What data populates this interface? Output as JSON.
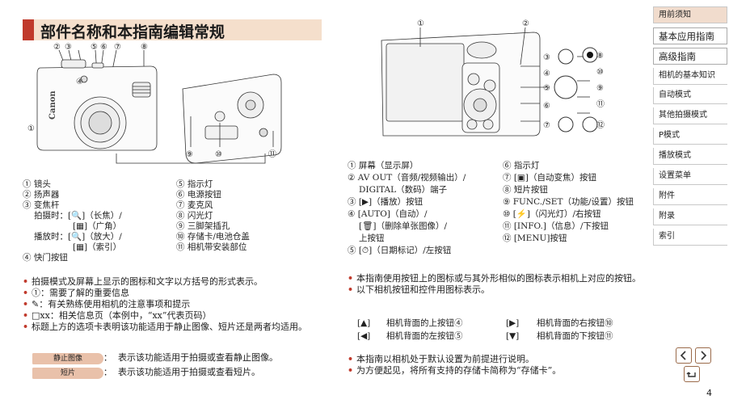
{
  "heading": "部件名称和本指南编辑常规",
  "front_callouts": [
    "①",
    "②",
    "③",
    "④",
    "⑤",
    "⑥",
    "⑦",
    "⑧",
    "⑨",
    "⑩",
    "⑪"
  ],
  "back_callouts": [
    "①",
    "②",
    "③",
    "④",
    "⑤",
    "⑥",
    "⑦",
    "⑧",
    "⑨",
    "⑩",
    "⑪",
    "⑫"
  ],
  "camera_brand": "Canon",
  "left_list_a": [
    "① 镜头",
    "② 扬声器",
    "③ 变焦杆",
    "拍摄时：[🔍]（长焦）/",
    "[▦]（广角）",
    "播放时：[🔍]（放大）/",
    "[▦]（索引）",
    "④ 快门按钮"
  ],
  "left_list_b": [
    "⑤ 指示灯",
    "⑥ 电源按钮",
    "⑦ 麦克风",
    "⑧ 闪光灯",
    "⑨ 三脚架插孔",
    "⑩ 存储卡/电池仓盖",
    "⑪ 相机带安装部位"
  ],
  "left_bullets": [
    "拍摄模式及屏幕上显示的图标和文字以方括号的形式表示。",
    "①：需要了解的重要信息",
    "✎：有关熟练使用相机的注意事项和提示",
    "□xx：相关信息页（本例中，“xx”代表页码）",
    "标题上方的选项卡表明该功能适用于静止图像、短片还是两者均适用。"
  ],
  "tag_still": "静止图像",
  "tag_still_desc": "表示该功能适用于拍摄或查看静止图像。",
  "tag_movie": "短片",
  "tag_movie_desc": "表示该功能适用于拍摄或查看短片。",
  "right_list_a": [
    "① 屏幕（显示屏）",
    "② AV OUT（音频/视频输出）/",
    "DIGITAL（数码）端子",
    "③ [▶]（播放）按钮",
    "④ [AUTO]（自动）/",
    "[🗑]（删除单张图像）/",
    "上按钮",
    "⑤ [⏱]（日期标记）/左按钮"
  ],
  "right_list_b": [
    "⑥ 指示灯",
    "⑦ [▣]（自动变焦）按钮",
    "⑧ 短片按钮",
    "⑨ FUNC./SET（功能/设置）按钮",
    "⑩ [⚡]（闪光灯）/右按钮",
    "⑪ [INFO.]（信息）/下按钮",
    "⑫ [MENU]按钮"
  ],
  "right_bullets_1": [
    "本指南使用按钮上的图标或与其外形相似的图标表示相机上对应的按钮。",
    "以下相机按钮和控件用图标表示。"
  ],
  "button_table": [
    [
      "[▲]",
      "相机背面的上按钮④",
      "[▶]",
      "相机背面的右按钮⑩"
    ],
    [
      "[◀]",
      "相机背面的左按钮⑤",
      "[▼]",
      "相机背面的下按钮⑪"
    ]
  ],
  "right_bullets_2": [
    "本指南以相机处于默认设置为前提进行说明。",
    "为方便起见，将所有支持的存储卡简称为“存储卡”。"
  ],
  "nav_items": [
    "用前须知",
    "基本应用指南",
    "高级指南",
    "相机的基本知识",
    "自动模式",
    "其他拍摄模式",
    "P模式",
    "播放模式",
    "设置菜单",
    "附件",
    "附录",
    "索引"
  ],
  "page_number": "4",
  "colors": {
    "accent": "#c0392b",
    "nav_highlight": "#f1dccd",
    "tag": "#e9c1aa"
  }
}
